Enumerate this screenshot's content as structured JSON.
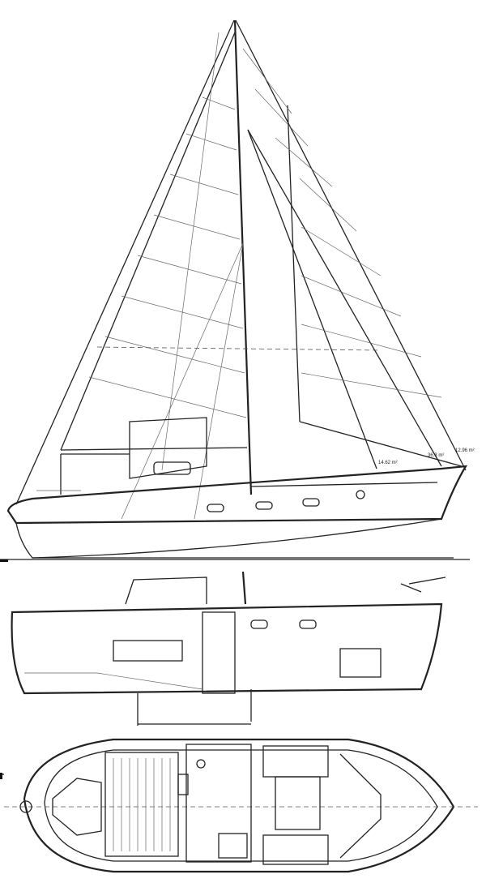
{
  "drawing": {
    "sail_plan_labels": {
      "foresail_area": "36.3 m²",
      "mainsail_area": "14.62 m²",
      "genoa_area": "12.96 m²"
    }
  }
}
